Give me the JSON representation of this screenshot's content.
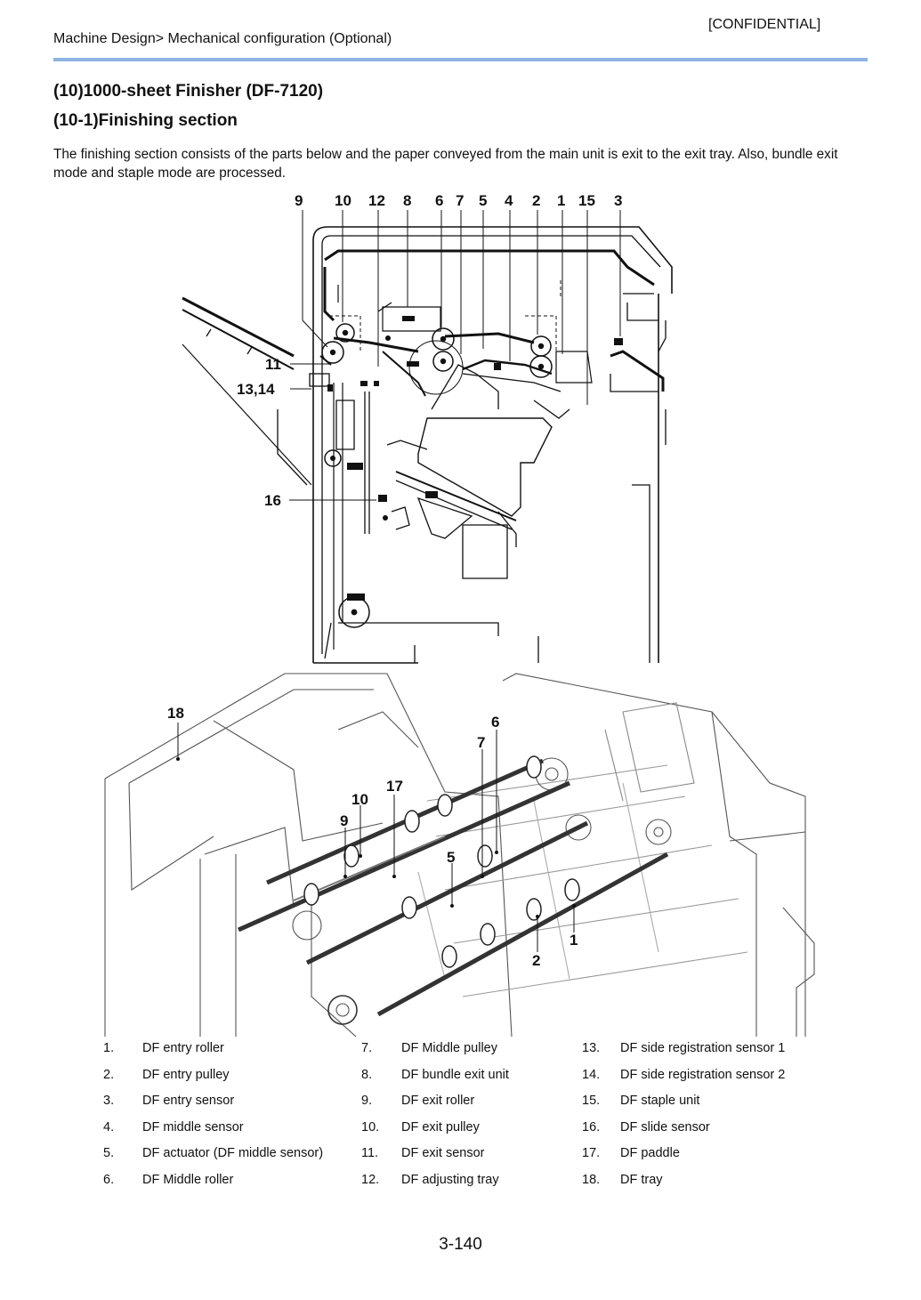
{
  "header": {
    "confidential": "[CONFIDENTIAL]",
    "breadcrumb": "Machine Design> Mechanical configuration (Optional)"
  },
  "title": "(10)1000-sheet Finisher (DF-7120)",
  "subtitle": "(10-1)Finishing section",
  "intro": "The finishing section consists of the parts below and the paper conveyed from the main unit is exit to the exit tray. Also, bundle exit mode and staple mode are processed.",
  "figure_top": {
    "top_callouts": [
      "9",
      "10",
      "12",
      "8",
      "6",
      "7",
      "5",
      "4",
      "2",
      "1",
      "15",
      "3"
    ],
    "side_callouts": [
      "11",
      "13,14",
      "16"
    ]
  },
  "figure_bottom": {
    "callouts": [
      "18",
      "6",
      "7",
      "17",
      "10",
      "9",
      "5",
      "1",
      "2"
    ]
  },
  "parts": [
    {
      "num": "1.",
      "name": "DF entry roller"
    },
    {
      "num": "2.",
      "name": "DF entry pulley"
    },
    {
      "num": "3.",
      "name": "DF entry sensor"
    },
    {
      "num": "4.",
      "name": "DF middle sensor"
    },
    {
      "num": "5.",
      "name": "DF actuator (DF middle sensor)"
    },
    {
      "num": "6.",
      "name": "DF Middle roller"
    },
    {
      "num": "7.",
      "name": "DF Middle pulley"
    },
    {
      "num": "8.",
      "name": "DF bundle exit unit"
    },
    {
      "num": "9.",
      "name": "DF exit roller"
    },
    {
      "num": "10.",
      "name": "DF exit pulley"
    },
    {
      "num": "11.",
      "name": "DF exit sensor"
    },
    {
      "num": "12.",
      "name": "DF adjusting tray"
    },
    {
      "num": "13.",
      "name": "DF side registration sensor 1"
    },
    {
      "num": "14.",
      "name": "DF side registration sensor 2"
    },
    {
      "num": "15.",
      "name": "DF staple unit"
    },
    {
      "num": "16.",
      "name": "DF slide sensor"
    },
    {
      "num": "17.",
      "name": "DF paddle"
    },
    {
      "num": "18.",
      "name": "DF tray"
    }
  ],
  "footer": {
    "page_number": "3-140"
  }
}
